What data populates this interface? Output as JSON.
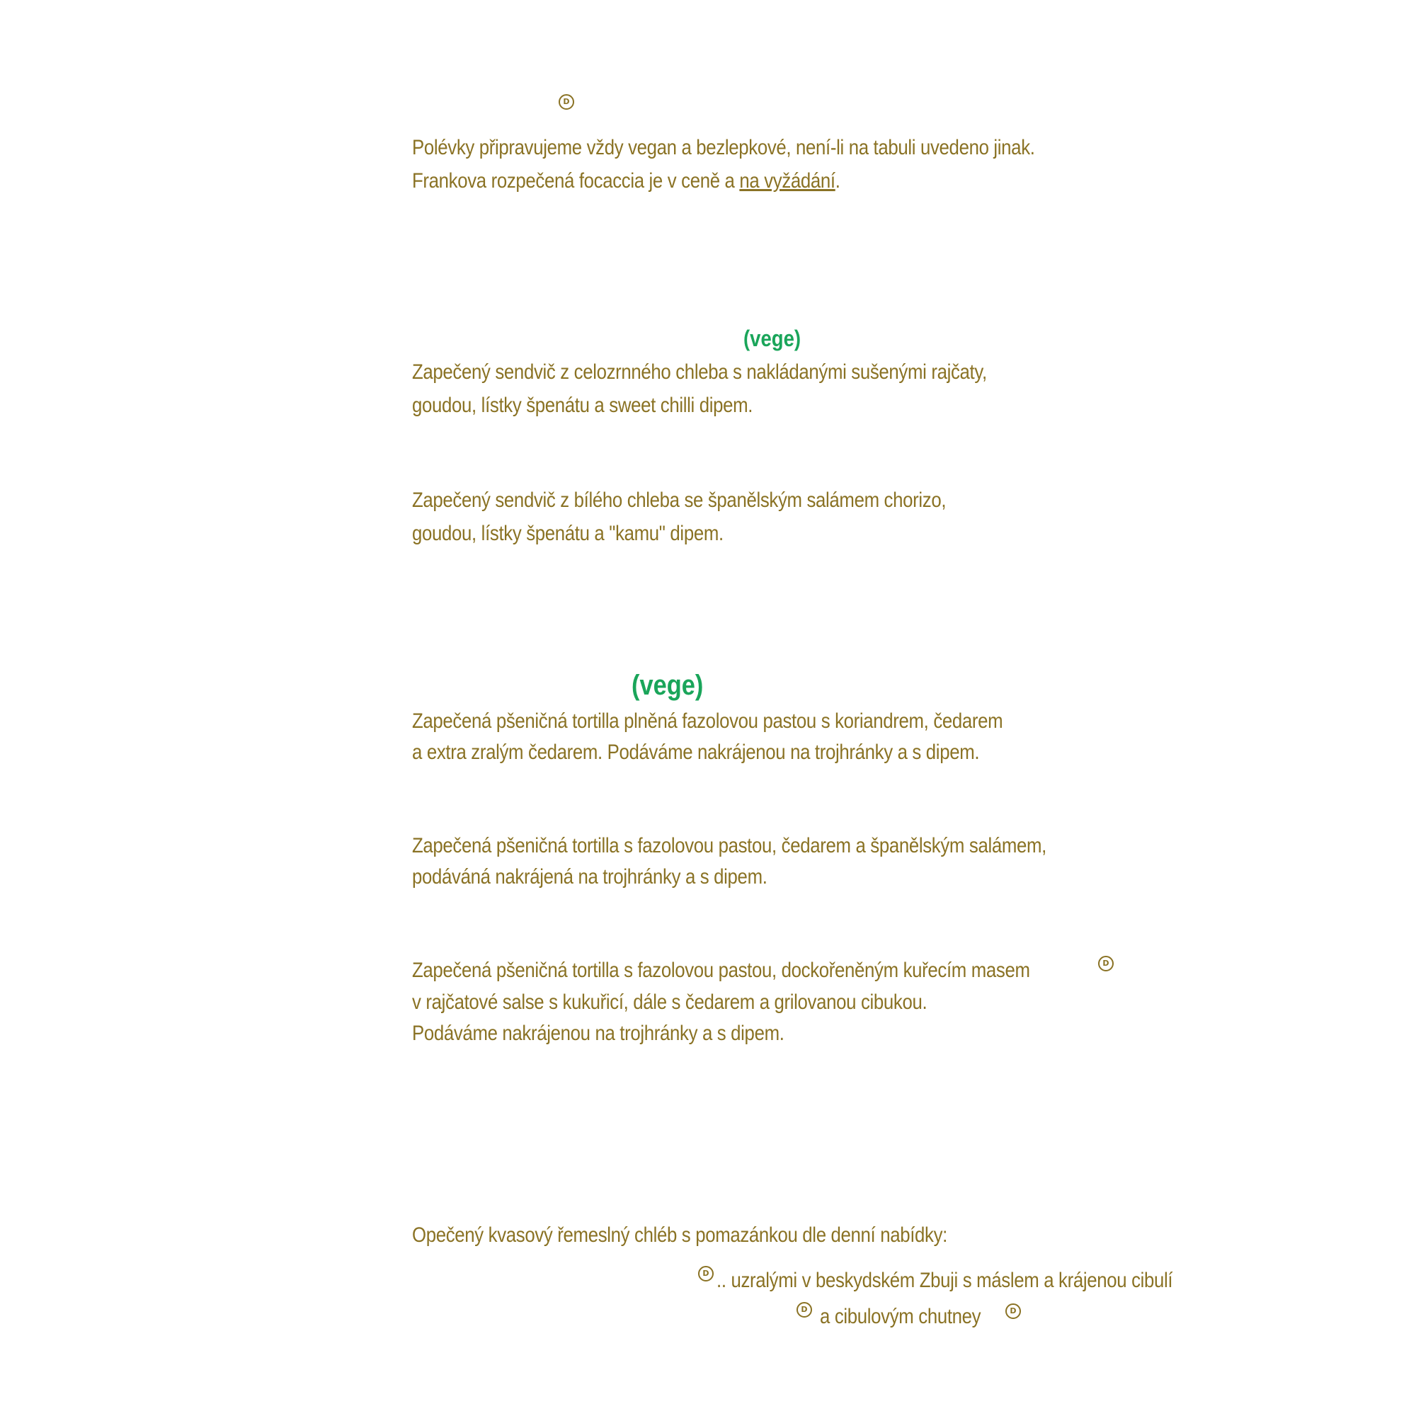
{
  "soups": {
    "line1": "Polévky připravujeme vždy vegan a bezlepkové, není-li na tabuli uvedeno jinak.",
    "line2_before": "Frankova rozpečená focaccia je v ceně a ",
    "line2_link": "na vyžádání",
    "line2_after": "."
  },
  "sandwiches": {
    "vege_badge": "(vege)",
    "item1": [
      "Zapečený sendvič z celozrnného chleba s nakládanými sušenými rajčaty,",
      "goudou, lístky špenátu a sweet chilli dipem."
    ],
    "item2": [
      "Zapečený sendvič z bílého chleba se španělským salámem chorizo,",
      "goudou, lístky špenátu a \"kamu\" dipem."
    ]
  },
  "quesadillas": {
    "vege_badge": "(vege)",
    "item1": [
      "Zapečená pšeničná tortilla plněná fazolovou pastou s koriandrem, čedarem",
      "a extra zralým čedarem. Podáváme nakrájenou na trojhránky a s dipem."
    ],
    "item2": [
      "Zapečená pšeničná tortilla s fazolovou pastou, čedarem a španělským salámem,",
      "podáváná nakrájená na trojhránky a s dipem."
    ],
    "item3": [
      "Zapečená pšeničná tortilla s fazolovou pastou, dockořeněným kuřecím masem",
      "v rajčatové salse s kukuřicí, dále s čedarem a grilovanou cibukou.",
      "Podáváme nakrájenou na trojhránky a s dipem."
    ]
  },
  "bread": {
    "line1": "Opečený kvasový řemeslný chléb s pomazánkou dle denní nabídky:",
    "line2": ".. uzralými v beskydském Zbuji s máslem a krájenou cibulí",
    "line3": "a cibulovým chutney"
  },
  "icons": {
    "diet_marker": "d-circle-icon"
  },
  "colors": {
    "text": "#8a7224",
    "vege": "#1aa55a"
  }
}
